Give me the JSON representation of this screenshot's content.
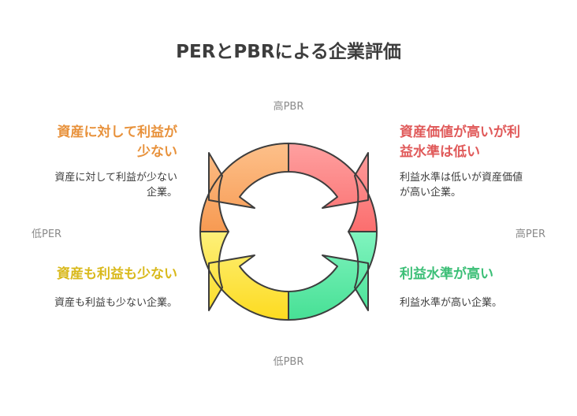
{
  "title": "PERとPBRによる企業評価",
  "axes": {
    "top": "高PBR",
    "bottom": "低PBR",
    "left": "低PER",
    "right": "高PER"
  },
  "quadrants": {
    "top_left": {
      "heading_1": "資産に対して利益が",
      "heading_2": "少ない",
      "desc_1": "資産に対して利益が少ない",
      "desc_2": "企業。",
      "color": "#e8923c"
    },
    "top_right": {
      "heading_1": "資産価値が高いが利",
      "heading_2": "益水準は低い",
      "desc_1": "利益水準は低いが資産価値",
      "desc_2": "が高い企業。",
      "color": "#e05a5a"
    },
    "bottom_left": {
      "heading": "資産も利益も少ない",
      "desc": "資産も利益も少ない企業。",
      "color": "#d9b91c"
    },
    "bottom_right": {
      "heading": "利益水準が高い",
      "desc": "利益水準が高い企業。",
      "color": "#3cbf77"
    }
  },
  "colors": {
    "orange_fill": "#fba86a",
    "red_fill": "#fd8585",
    "yellow_fill": "#fde443",
    "green_fill": "#5ee8a4",
    "stroke": "#3d3d3d"
  }
}
